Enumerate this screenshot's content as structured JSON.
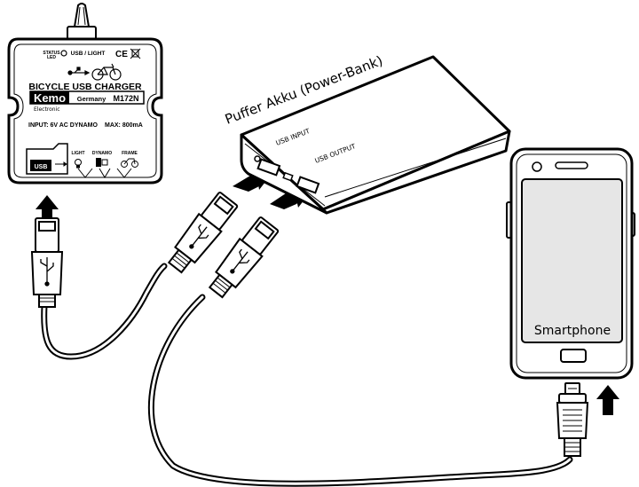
{
  "charger": {
    "status_led": "STATUS LED",
    "status_line1": "STATUS",
    "status_line2": "LED",
    "usb_light": "USB / LIGHT",
    "ce_mark": "CE",
    "title": "BICYCLE USB CHARGER",
    "brand": "Kemo",
    "country": "Germany",
    "model": "M172N",
    "brand_sub": "Electronic",
    "input_spec": "INPUT: 6V AC DYNAMO",
    "max_spec": "MAX: 800mA",
    "port_usb": "USB",
    "port_light": "LIGHT",
    "port_dynamo": "DYNAMO",
    "port_frame": "FRAME"
  },
  "powerbank": {
    "title": "Puffer Akku (Power-Bank)",
    "usb_input": "USB INPUT",
    "usb_output": "USB OUTPUT"
  },
  "smartphone": {
    "label": "Smartphone"
  },
  "colors": {
    "ink": "#000000",
    "paper": "#ffffff",
    "panel_gray": "#e6e6e6"
  }
}
